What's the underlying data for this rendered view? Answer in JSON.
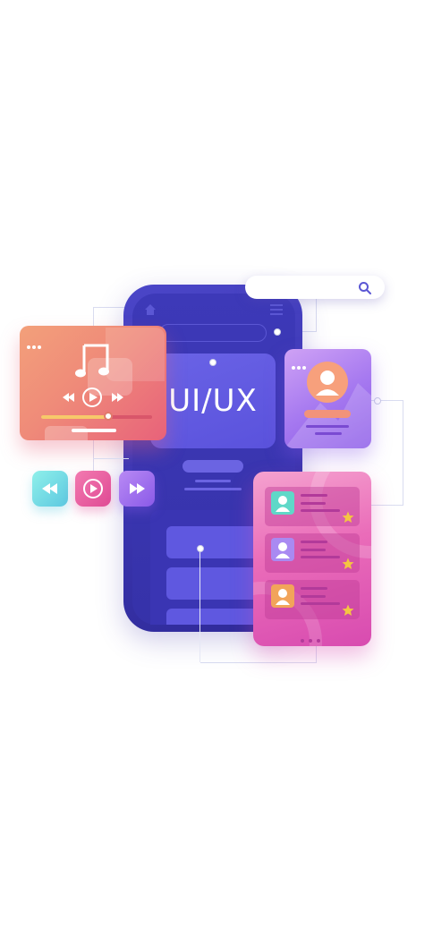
{
  "hero": {
    "label": "UI/UX"
  },
  "colors": {
    "phone": "#3a35b0",
    "music_card": "#ef8a79",
    "profile_card": "#a77af0",
    "users_card": "#ea6cb9",
    "star": "#f5c542"
  },
  "music_player": {
    "progress": 0.6,
    "icons": [
      "music-note-icon",
      "rewind-icon",
      "play-icon",
      "fast-forward-icon"
    ]
  },
  "media_buttons": [
    {
      "name": "rewind-button",
      "icon": "rewind-icon"
    },
    {
      "name": "play-button",
      "icon": "play-icon"
    },
    {
      "name": "fast-forward-button",
      "icon": "fast-forward-icon"
    }
  ],
  "user_list": {
    "rows": [
      {
        "avatar_color": "#5fd8c8",
        "starred": true
      },
      {
        "avatar_color": "#a98af2",
        "starred": true
      },
      {
        "avatar_color": "#f2a45a",
        "starred": true
      }
    ],
    "page_count": 3
  },
  "search": {
    "icon": "search-icon"
  }
}
